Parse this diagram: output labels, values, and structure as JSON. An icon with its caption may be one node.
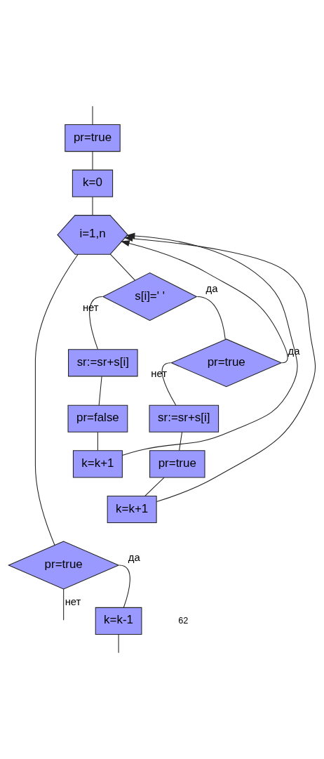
{
  "diagram": {
    "nodes": [
      {
        "text": [
          "pr=true"
        ]
      },
      {
        "text": [
          "k=0"
        ]
      },
      {
        "text": [
          "i=1,n"
        ]
      },
      {
        "text": [
          "s[i]=' '"
        ]
      },
      {
        "text": [
          "pr=true"
        ]
      },
      {
        "text": [
          "sr:=sr+s[i]"
        ]
      },
      {
        "text": [
          "pr=false"
        ]
      },
      {
        "text": [
          "k=k+1"
        ]
      },
      {
        "text": [
          "sr:=sr+s[i]"
        ]
      },
      {
        "text": [
          "pr=true"
        ]
      },
      {
        "text": [
          "k=k+1"
        ]
      },
      {
        "text": [
          "pr=true"
        ]
      },
      {
        "text": [
          "k=k-1"
        ]
      }
    ],
    "edges": [
      {
        "from": null,
        "to": 0,
        "arrow": "none"
      },
      {
        "from": 0,
        "to": 1,
        "arrow": "none"
      },
      {
        "from": 1,
        "to": 2,
        "arrow": "none"
      },
      {
        "from": 2,
        "to": 3,
        "arrow": "none"
      },
      {
        "from": 3,
        "to": 5,
        "arrow": "none",
        "label": "нет"
      },
      {
        "from": 3,
        "to": 4,
        "arrow": "none",
        "label": "да"
      },
      {
        "from": 4,
        "to": 8,
        "arrow": "none",
        "label": "нет"
      },
      {
        "from": 5,
        "to": 6,
        "arrow": "none"
      },
      {
        "from": 6,
        "to": 7,
        "arrow": "none"
      },
      {
        "from": 8,
        "to": 9,
        "arrow": "none"
      },
      {
        "from": 9,
        "to": 10,
        "arrow": "none"
      },
      {
        "from": 7,
        "to": 2,
        "arrow": "to"
      },
      {
        "from": 10,
        "to": 2,
        "arrow": "to"
      },
      {
        "from": 4,
        "to": 2,
        "arrow": "to",
        "label": "да"
      },
      {
        "from": 2,
        "to": 11,
        "arrow": "none"
      },
      {
        "from": 11,
        "to": 12,
        "arrow": "none",
        "label": "да"
      },
      {
        "from": 11,
        "to": null,
        "arrow": "none",
        "label": "нет"
      },
      {
        "from": 12,
        "to": null,
        "arrow": "none"
      }
    ],
    "labels": [
      "62"
    ]
  }
}
